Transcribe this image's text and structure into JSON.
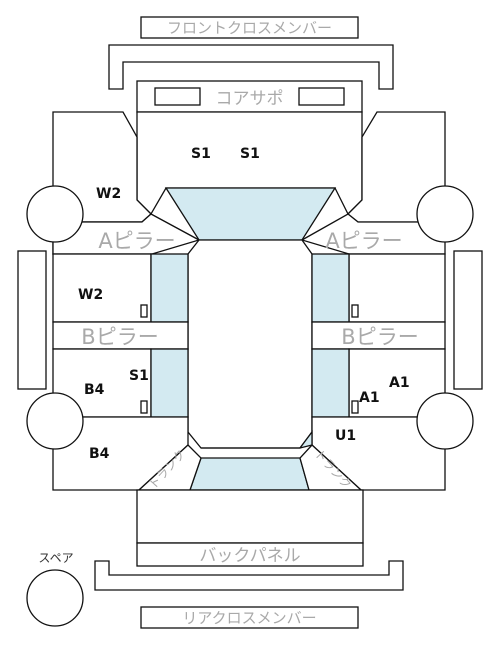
{
  "labels": {
    "front_cross_member": "フロントクロスメンバー",
    "core_support": "コアサポ",
    "a_pillar_left": "Aピラー",
    "a_pillar_right": "Aピラー",
    "b_pillar_left": "Bピラー",
    "b_pillar_right": "Bピラー",
    "back_panel": "バックパネル",
    "rear_cross_member": "リアクロスメンバー",
    "spare": "スペア",
    "trunk_left": "トランク",
    "trunk_right": "トランク"
  },
  "codes": {
    "s1_a": "S1",
    "s1_b": "S1",
    "w2_front": "W2",
    "w2_side": "W2",
    "s1_rear": "S1",
    "b4_upper": "B4",
    "b4_lower": "B4",
    "a1_right": "A1",
    "a1_small": "A1",
    "u1": "U1"
  },
  "colors": {
    "glass": "#d3eaf1",
    "outline": "#111111",
    "label_grey": "#a9a9a9"
  }
}
